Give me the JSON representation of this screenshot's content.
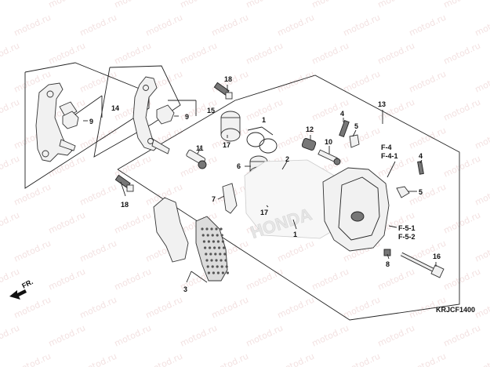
{
  "diagram": {
    "watermark_text": "motod.ru",
    "drawing_code": "KRJCF1400",
    "front_marker": "FR.",
    "brand_mark": "HONDA",
    "callouts": [
      {
        "id": "c1a",
        "text": "1"
      },
      {
        "id": "c1b",
        "text": "1"
      },
      {
        "id": "c2",
        "text": "2"
      },
      {
        "id": "c3",
        "text": "3"
      },
      {
        "id": "c5a",
        "text": "5"
      },
      {
        "id": "c5b",
        "text": "5"
      },
      {
        "id": "c6",
        "text": "6"
      },
      {
        "id": "c7",
        "text": "7"
      },
      {
        "id": "c8",
        "text": "8"
      },
      {
        "id": "c9a",
        "text": "9"
      },
      {
        "id": "c9b",
        "text": "9"
      },
      {
        "id": "c10",
        "text": "10"
      },
      {
        "id": "c11",
        "text": "11"
      },
      {
        "id": "c12",
        "text": "12"
      },
      {
        "id": "c13",
        "text": "13"
      },
      {
        "id": "c14",
        "text": "14"
      },
      {
        "id": "c15",
        "text": "15"
      },
      {
        "id": "c16",
        "text": "16"
      },
      {
        "id": "c17a",
        "text": "17"
      },
      {
        "id": "c17b",
        "text": "17"
      },
      {
        "id": "c18a",
        "text": "18"
      },
      {
        "id": "c18b",
        "text": "18"
      },
      {
        "id": "c4a",
        "text": "4"
      }
    ],
    "refs": {
      "f4": "F-4",
      "f41": "F-4-1",
      "f51": "F-5-1",
      "f52": "F-5-2"
    }
  }
}
